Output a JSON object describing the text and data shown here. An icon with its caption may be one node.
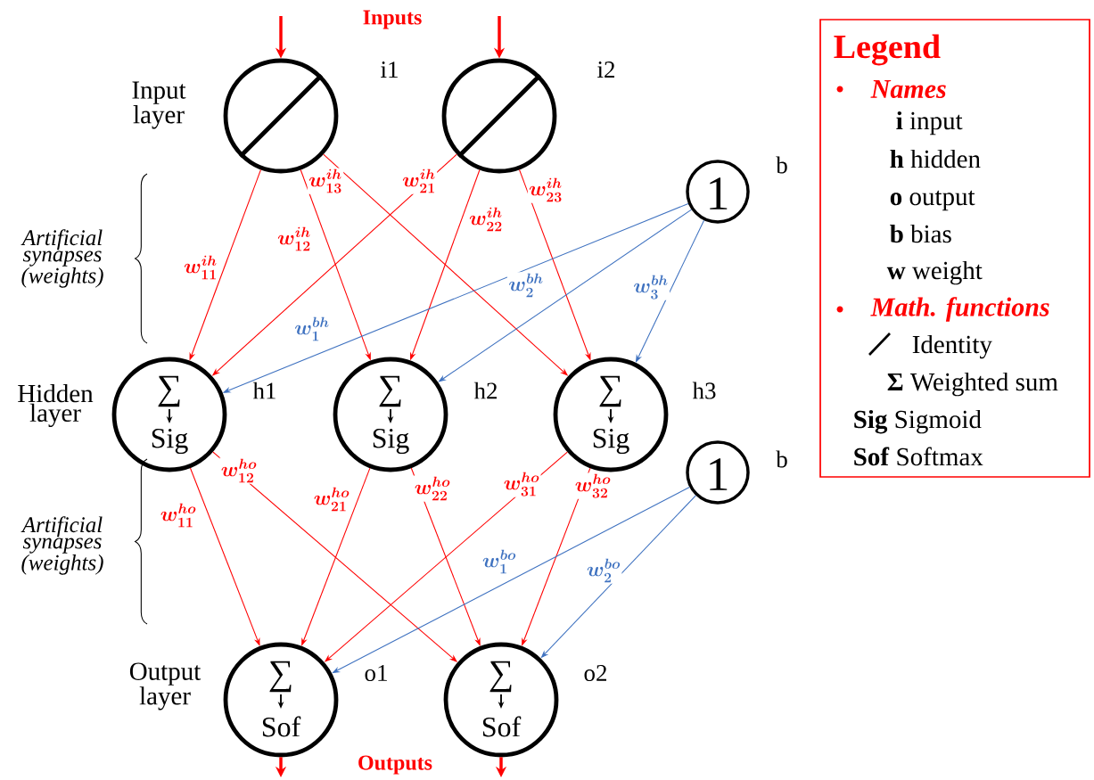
{
  "diagram": {
    "nodes": [
      {
        "text": [],
        "shape": "circle",
        "beside": [
          "i1"
        ]
      },
      {
        "text": [],
        "shape": "circle",
        "beside": [
          "i2"
        ]
      },
      {
        "text": [
          "1"
        ],
        "beside": [
          "b"
        ]
      },
      {
        "text": [
          "∑",
          "Sig"
        ],
        "beside": [
          "h1"
        ]
      },
      {
        "text": [
          "∑",
          "Sig"
        ],
        "beside": [
          "h2"
        ]
      },
      {
        "text": [
          "∑",
          "Sig"
        ],
        "beside": [
          "h3"
        ]
      },
      {
        "text": [
          "1"
        ],
        "beside": [
          "b"
        ]
      },
      {
        "text": [
          "∑",
          "Sof"
        ],
        "beside": [
          "o1"
        ]
      },
      {
        "text": [
          "∑",
          "Sof"
        ],
        "beside": [
          "o2"
        ]
      }
    ],
    "edges": [
      {
        "from": null,
        "to": 0,
        "arrow": "to",
        "style": "thick"
      },
      {
        "from": null,
        "to": 1,
        "arrow": "to",
        "style": "thick"
      },
      {
        "from": 0,
        "to": 3,
        "arrow": "to",
        "label": "w_{11}^{ih}"
      },
      {
        "from": 0,
        "to": 4,
        "arrow": "to",
        "label": "w_{12}^{ih}"
      },
      {
        "from": 0,
        "to": 5,
        "arrow": "to",
        "label": "w_{13}^{ih}"
      },
      {
        "from": 1,
        "to": 3,
        "arrow": "to",
        "label": "w_{21}^{ih}"
      },
      {
        "from": 1,
        "to": 4,
        "arrow": "to",
        "label": "w_{22}^{ih}"
      },
      {
        "from": 1,
        "to": 5,
        "arrow": "to",
        "label": "w_{23}^{ih}"
      },
      {
        "from": 2,
        "to": 3,
        "arrow": "to",
        "label": "w_{1}^{bh}",
        "color": "#3f72c0"
      },
      {
        "from": 2,
        "to": 4,
        "arrow": "to",
        "label": "w_{2}^{bh}",
        "color": "#3f72c0"
      },
      {
        "from": 2,
        "to": 5,
        "arrow": "to",
        "label": "w_{3}^{bh}",
        "color": "#3f72c0"
      },
      {
        "from": 3,
        "to": 7,
        "arrow": "to",
        "label": "w_{11}^{ho}"
      },
      {
        "from": 3,
        "to": 8,
        "arrow": "to",
        "label": "w_{12}^{ho}"
      },
      {
        "from": 4,
        "to": 7,
        "arrow": "to",
        "label": "w_{21}^{ho}"
      },
      {
        "from": 4,
        "to": 8,
        "arrow": "to",
        "label": "w_{22}^{ho}"
      },
      {
        "from": 5,
        "to": 7,
        "arrow": "to",
        "label": "w_{31}^{ho}"
      },
      {
        "from": 5,
        "to": 8,
        "arrow": "to",
        "label": "w_{32}^{ho}"
      },
      {
        "from": 6,
        "to": 7,
        "arrow": "to",
        "label": "w_{1}^{bo}",
        "color": "#3f72c0"
      },
      {
        "from": 6,
        "to": 8,
        "arrow": "to",
        "label": "w_{2}^{bo}",
        "color": "#3f72c0"
      },
      {
        "from": 7,
        "to": null,
        "arrow": "to",
        "style": "thick"
      },
      {
        "from": 8,
        "to": null,
        "arrow": "to",
        "style": "thick"
      }
    ],
    "labels": [
      "Inputs",
      "Input layer",
      "Artificial synapses (weights)",
      "Legend",
      "Names",
      "Math. functions",
      "Hidden layer",
      "Artificial synapses (weights)",
      "Output layer",
      "Outputs"
    ],
    "legend": [
      {
        "text": "**i** input"
      },
      {
        "text": "**h** hidden"
      },
      {
        "text": "**o** output"
      },
      {
        "text": "**b** bias"
      },
      {
        "text": "**w** weight"
      },
      {
        "text": "Identity"
      },
      {
        "text": "**Σ** Weighted sum"
      },
      {
        "text": "**Sig** Sigmoid"
      },
      {
        "text": "**Sof** Softmax"
      }
    ]
  }
}
